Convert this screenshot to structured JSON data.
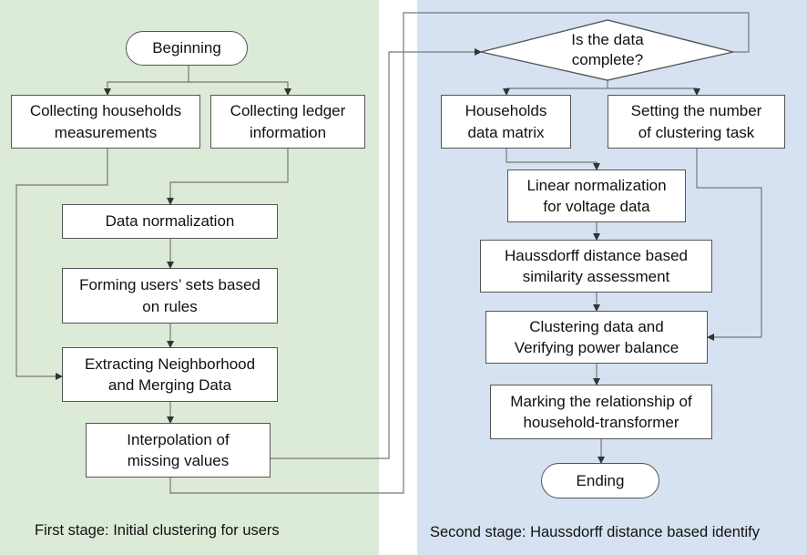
{
  "stages": {
    "first": "First stage: Initial clustering for users",
    "second": "Second stage: Haussdorff distance based identify"
  },
  "nodes": {
    "beginning": "Beginning",
    "collect_households": "Collecting households\nmeasurements",
    "collect_ledger": "Collecting ledger\ninformation",
    "data_normalization": "Data normalization",
    "forming_sets": "Forming users’ sets based\non rules",
    "extracting": "Extracting Neighborhood\nand Merging Data",
    "interpolation": "Interpolation of\nmissing values",
    "decision": "Is the data\ncomplete?",
    "households_matrix": "Households\ndata matrix",
    "setting_number": "Setting the number\nof clustering task",
    "linear_norm": "Linear normalization\nfor voltage data",
    "haussdorff": "Haussdorff distance based\nsimilarity assessment",
    "clustering": "Clustering data and\nVerifying power balance",
    "marking": "Marking the relationship of\nhousehold-transformer",
    "ending": "Ending"
  },
  "colors": {
    "first_stage_bg": "#dcebd7",
    "second_stage_bg": "#d6e2f1",
    "line": "#777777"
  }
}
